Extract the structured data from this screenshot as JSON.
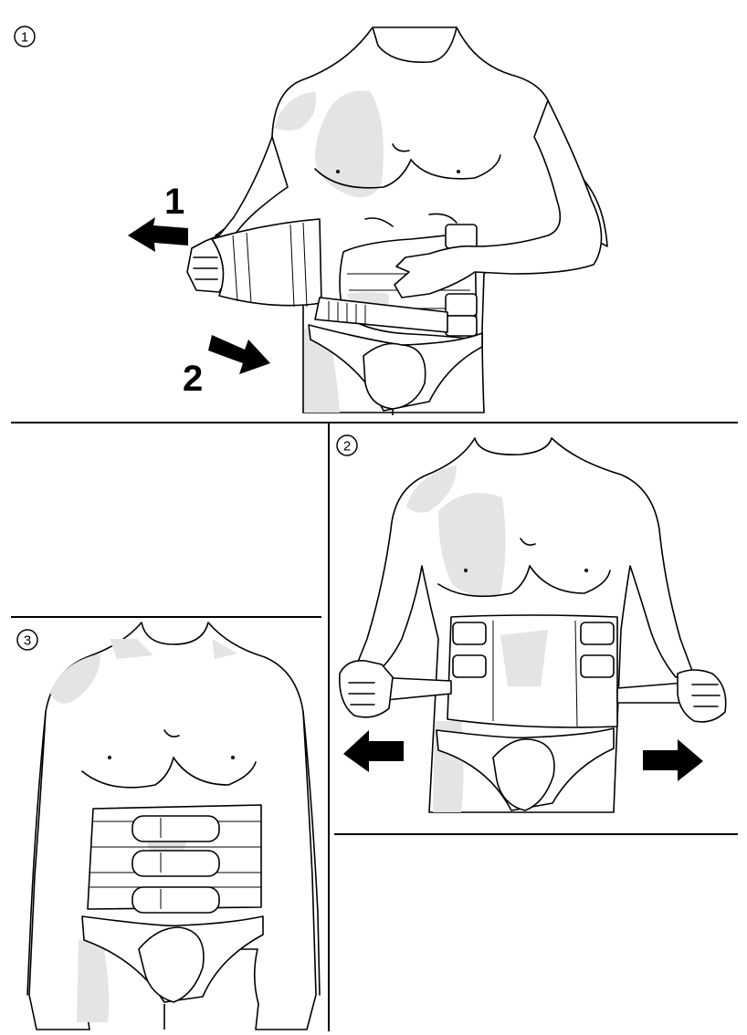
{
  "steps": [
    {
      "marker": "1",
      "arrow_labels": [
        "1",
        "2"
      ]
    },
    {
      "marker": "2"
    },
    {
      "marker": "3"
    }
  ]
}
